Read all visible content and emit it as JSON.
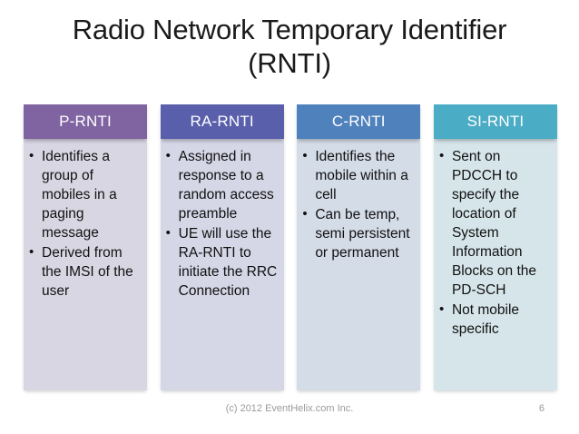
{
  "slide": {
    "title": "Radio Network Temporary Identifier (RNTI)",
    "title_line1": "Radio Network Temporary Identifier",
    "title_line2": "(RNTI)"
  },
  "colors": {
    "p_rnti_header": "#8064A2",
    "p_rnti_body": "#D9D6E3",
    "ra_rnti_header": "#595FAB",
    "ra_rnti_body": "#D5D6E6",
    "c_rnti_header": "#4F81BD",
    "c_rnti_body": "#D4DCE8",
    "si_rnti_header": "#4BACC6",
    "si_rnti_body": "#D6E5EA",
    "header_text": "#FFFFFF",
    "body_text": "#111111",
    "title_text": "#1A1A1A",
    "footer_text": "#9A9A9A"
  },
  "columns": [
    {
      "header": "P-RNTI",
      "bullets": [
        "Identifies a group of mobiles in a paging message",
        "Derived from the IMSI of the user"
      ]
    },
    {
      "header": "RA-RNTI",
      "bullets": [
        "Assigned in response to a random access preamble",
        "UE will use the RA-RNTI to initiate the RRC Connection"
      ]
    },
    {
      "header": "C-RNTI",
      "bullets": [
        "Identifies the  mobile within a cell",
        "Can be temp, semi persistent or permanent"
      ]
    },
    {
      "header": "SI-RNTI",
      "bullets": [
        "Sent on PDCCH to specify the location of System Information Blocks on the PD-SCH",
        "Not mobile specific"
      ]
    }
  ],
  "footer": {
    "credit": "(c) 2012 EventHelix.com Inc.",
    "page_number": "6"
  }
}
